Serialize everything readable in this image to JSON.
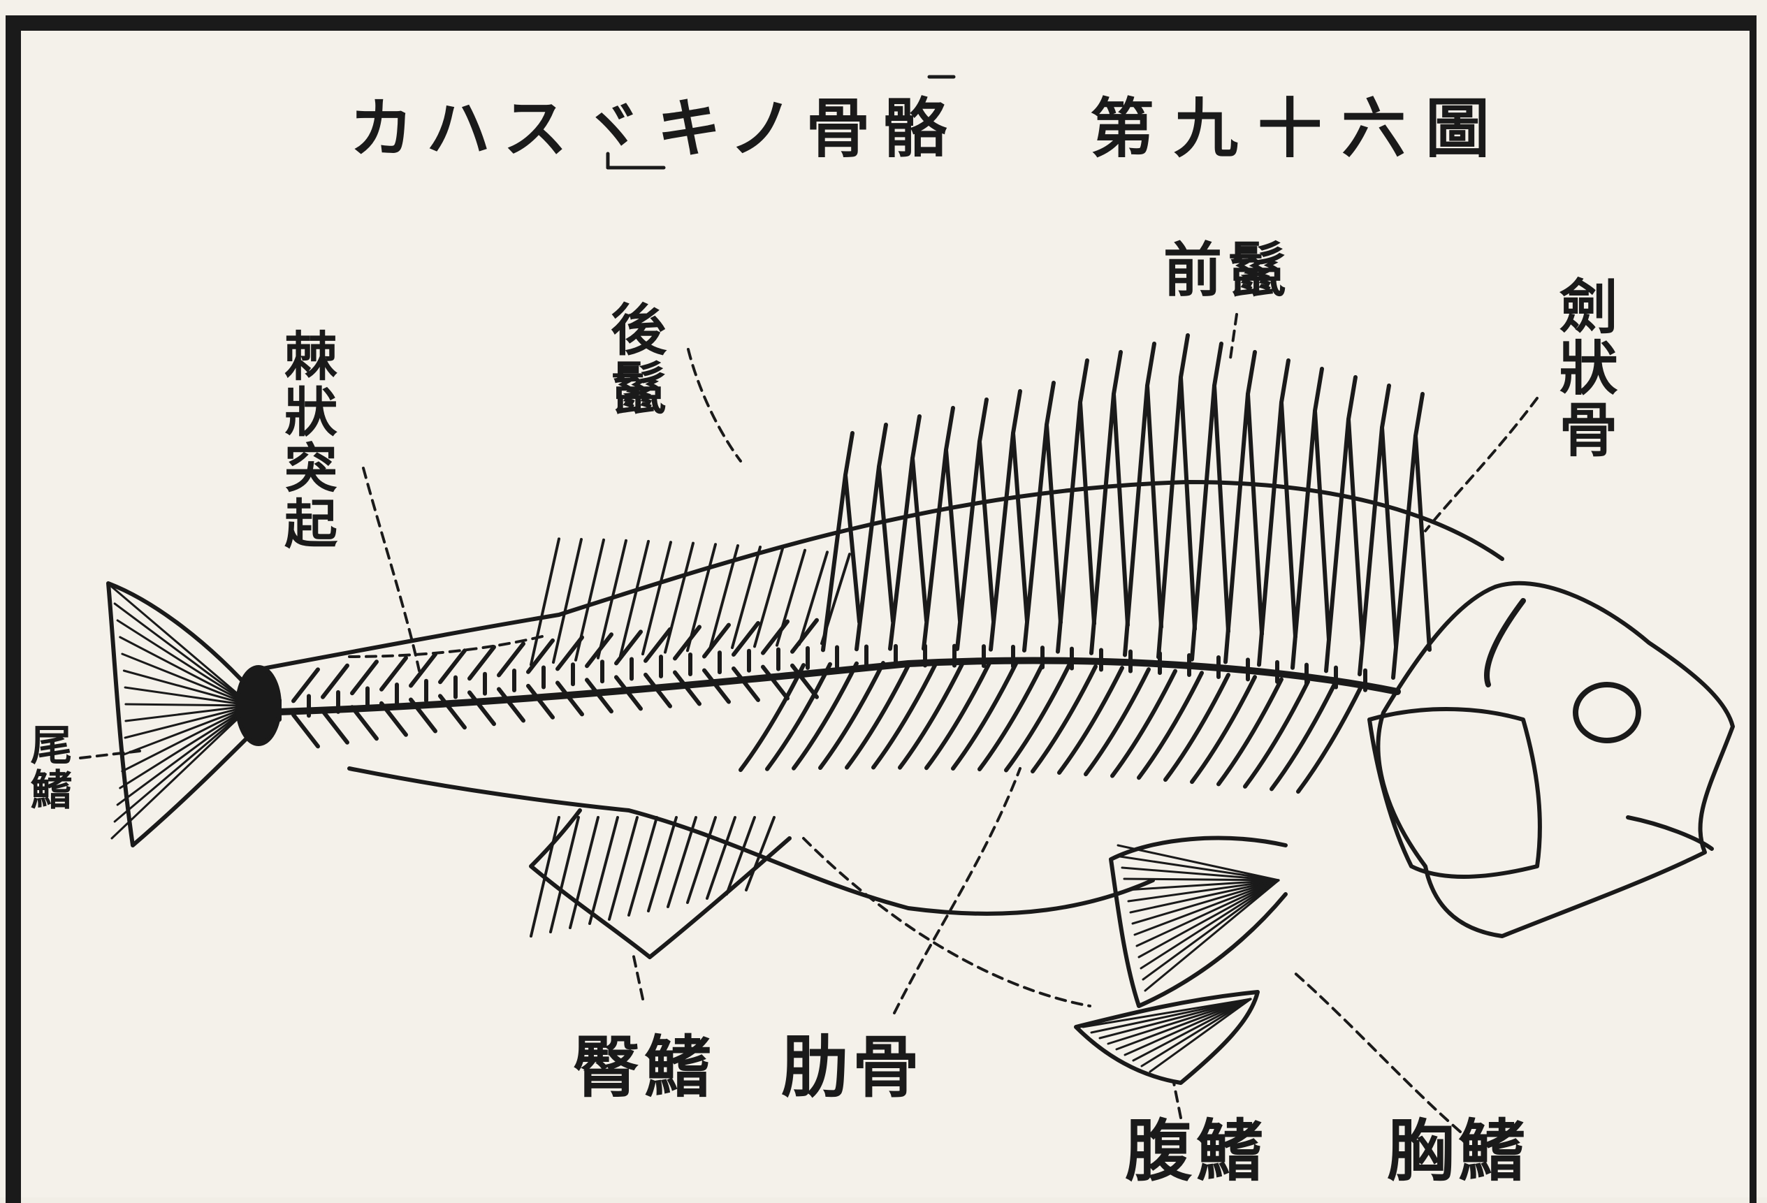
{
  "title": {
    "figure_no": "第九十六圖",
    "subject": "カハスヾキノ骨骼"
  },
  "labels": {
    "anterior_fin": "前鬣",
    "posterior_fin": "後鬣",
    "spinous_process": "棘狀突起",
    "xiphoid_bone": "劍狀骨",
    "caudal_fin": "尾鰭",
    "anal_fin": "臀鰭",
    "ribs": "肋骨",
    "ventral_fin": "腹鰭",
    "pectoral_fin": "胸鰭"
  },
  "colors": {
    "ink": "#1a1a1a",
    "paper": "#f4f1ea"
  }
}
